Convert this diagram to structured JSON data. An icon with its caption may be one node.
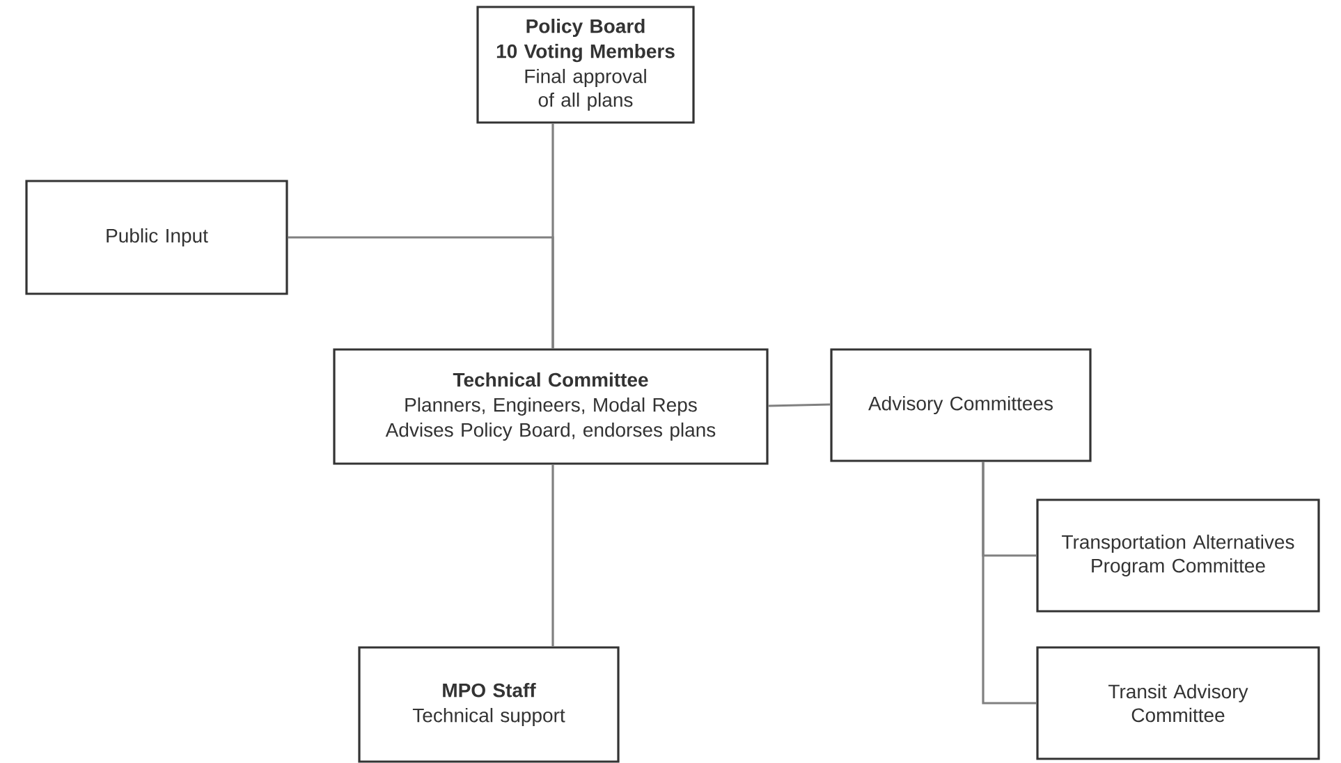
{
  "diagram": {
    "nodes": [
      {
        "text": [
          "Policy Board",
          "10 Voting Members",
          "Final approval of all plans"
        ]
      },
      {
        "text": [
          "Public Input"
        ]
      },
      {
        "text": [
          "Technical Committee",
          "Planners, Engineers, Modal Reps",
          "Advises Policy Board, endorses plans"
        ]
      },
      {
        "text": [
          "Advisory Committees"
        ]
      },
      {
        "text": [
          "Transportation Alternatives Program Committee"
        ]
      },
      {
        "text": [
          "Transit Advisory Committee"
        ]
      },
      {
        "text": [
          "MPO Staff",
          "Technical support"
        ]
      }
    ],
    "edges": [
      {
        "from": 0,
        "to": 2,
        "arrow": "none"
      },
      {
        "from": 1,
        "to": 2,
        "arrow": "none"
      },
      {
        "from": 2,
        "to": 3,
        "arrow": "none"
      },
      {
        "from": 2,
        "to": 6,
        "arrow": "none"
      },
      {
        "from": 3,
        "to": 4,
        "arrow": "none"
      },
      {
        "from": 3,
        "to": 5,
        "arrow": "none"
      }
    ]
  }
}
